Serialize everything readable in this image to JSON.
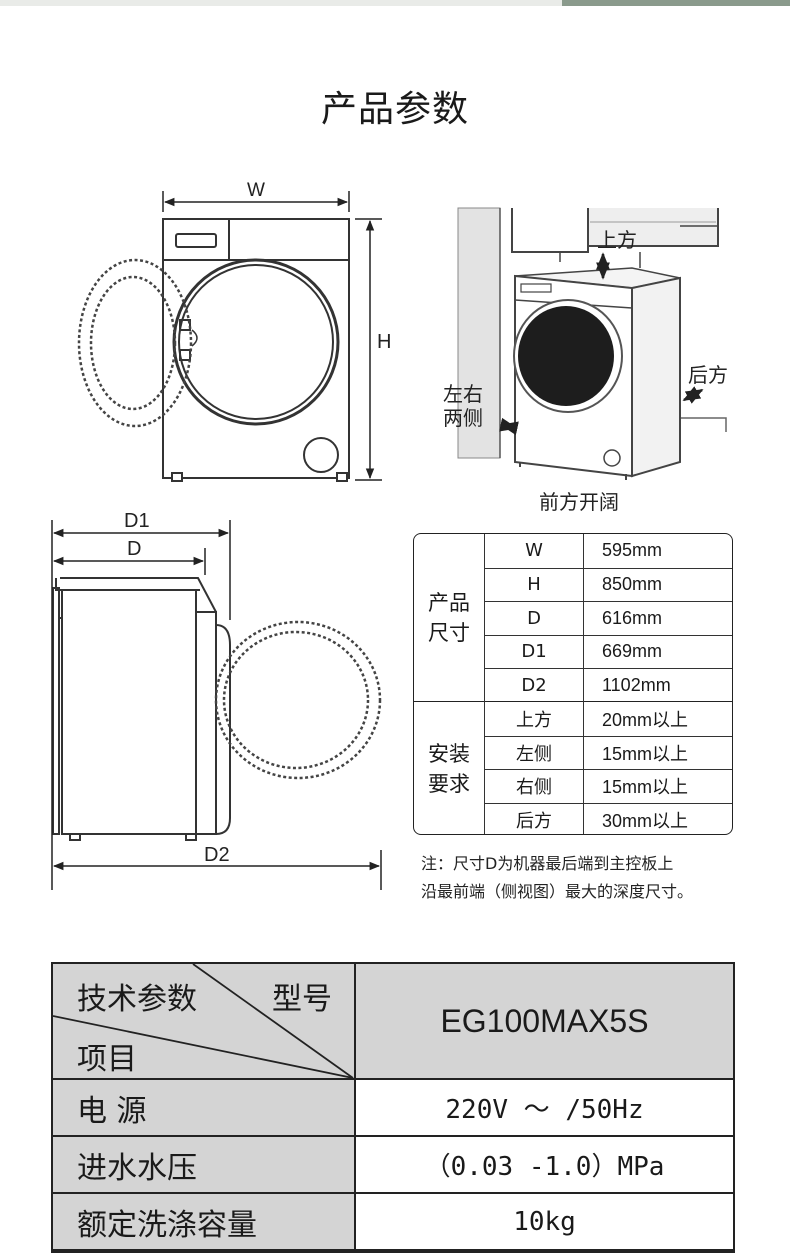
{
  "page_title": "产品参数",
  "diagram_labels": {
    "w": "W",
    "h": "H",
    "d1": "D1",
    "d": "D",
    "d2": "D2",
    "top": "上方",
    "rear": "后方",
    "sides_line1": "左右",
    "sides_line2": "两侧",
    "front": "前方开阔"
  },
  "spec_table": {
    "group_size": [
      "产品",
      "尺寸"
    ],
    "group_install": [
      "安装",
      "要求"
    ],
    "size_rows": [
      {
        "key": "W",
        "value": "595mm"
      },
      {
        "key": "H",
        "value": "850mm"
      },
      {
        "key": "D",
        "value": "616mm"
      },
      {
        "key": "D1",
        "value": "669mm"
      },
      {
        "key": "D2",
        "value": "1102mm"
      }
    ],
    "install_rows": [
      {
        "key": "上方",
        "value": "20mm以上"
      },
      {
        "key": "左侧",
        "value": "15mm以上"
      },
      {
        "key": "右侧",
        "value": "15mm以上"
      },
      {
        "key": "后方",
        "value": "30mm以上"
      }
    ]
  },
  "note": {
    "line1": "注：尺寸D为机器最后端到主控板上",
    "line2": "沿最前端（侧视图）最大的深度尺寸。"
  },
  "tech_table": {
    "header_tech": "技术参数",
    "header_model": "型号",
    "header_item": "项目",
    "model": "EG100MAX5S",
    "rows": [
      {
        "key": "电 源",
        "value": "220V ～ /50Hz"
      },
      {
        "key": "进水水压",
        "value": "（0.03 -1.0）MPa"
      },
      {
        "key": "额定洗涤容量",
        "value": "10kg"
      }
    ]
  }
}
